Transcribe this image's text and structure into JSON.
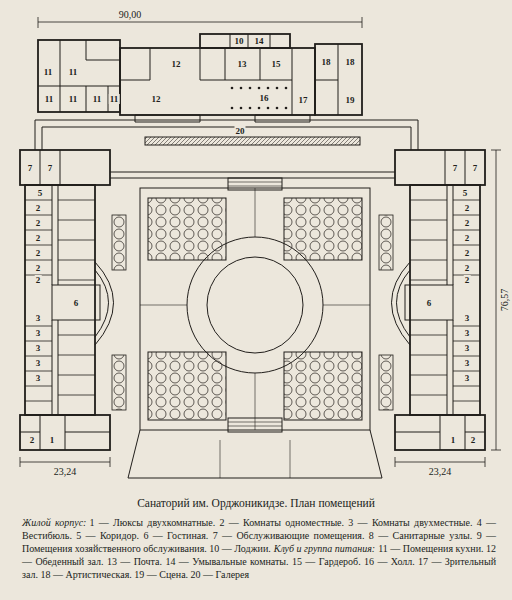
{
  "diagram": {
    "caption": "Санаторий им. Орджоникидзе. План помещений",
    "labels": [
      "90,00",
      "76,57",
      "23,24",
      "23,24",
      "11",
      "11",
      "11",
      "11",
      "11",
      "11",
      "12",
      "12",
      "10",
      "14",
      "13",
      "15",
      "16",
      "17",
      "18",
      "18",
      "19",
      "20",
      "7",
      "7",
      "5",
      "2",
      "2",
      "2",
      "2",
      "2",
      "2",
      "6",
      "3",
      "3",
      "3",
      "3",
      "3",
      "2",
      "1",
      "7",
      "7",
      "5",
      "2",
      "2",
      "2",
      "2",
      "2",
      "2",
      "6",
      "3",
      "3",
      "3",
      "3",
      "3",
      "1",
      "2",
      "Жилой корпус:",
      "1 — Люксы двухкомнатные. 2 — Комнаты одноместные. 3 — Комнаты двухместные. 4 — Вестибюль. 5 — Коридор. 6 — Гостиная. 7 — Обслуживающие помещения. 8 — Санитарные узлы. 9 — Помещения хозяйственного обслуживания. 10 — Лоджии.",
      "Клуб и группа питания:",
      "11 — Помещения кухни. 12 — Обеденный зал. 13 — Почта. 14 — Умывальные комнаты. 15 — Гардероб. 16 — Холл. 17 — Зрительный зал. 18 — Артистическая. 19 — Сцена. 20 — Галерея"
    ]
  }
}
